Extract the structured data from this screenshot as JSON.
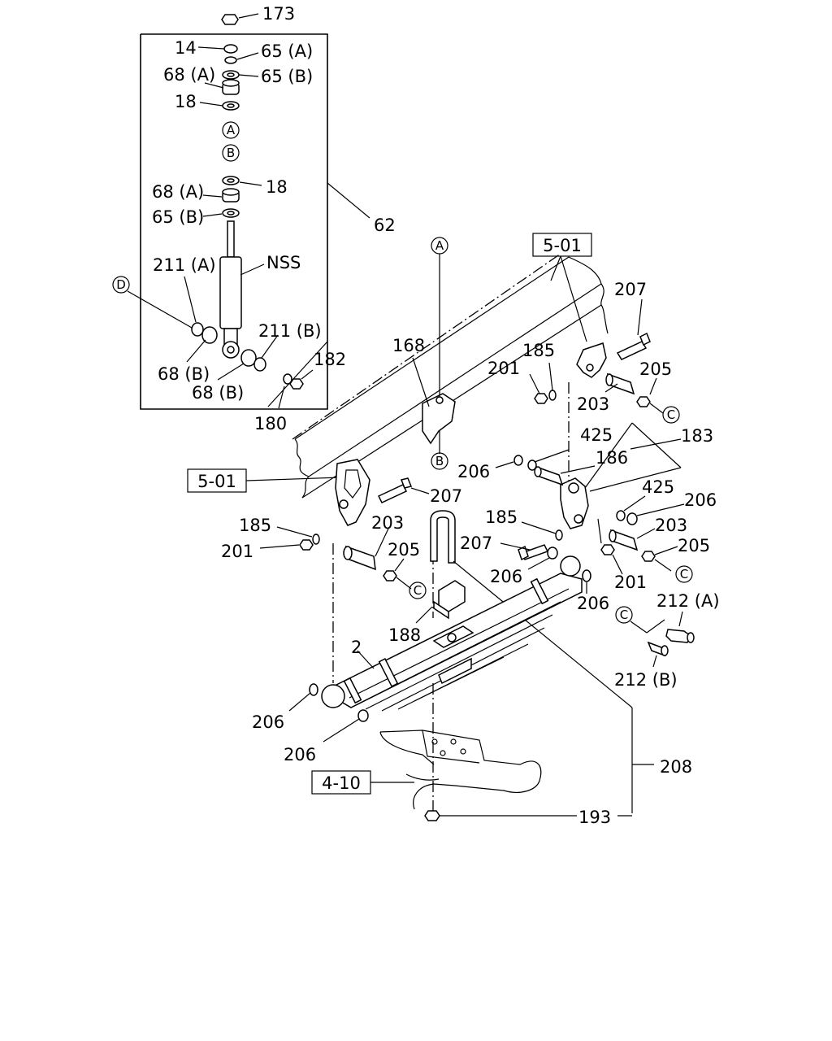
{
  "labels": {
    "l173": "173",
    "l14": "14",
    "l65a1": "65 (A)",
    "l68a1": "68 (A)",
    "l65b1": "65 (B)",
    "l18a": "18",
    "l18b": "18",
    "l68a2": "68 (A)",
    "l65b2": "65 (B)",
    "l62": "62",
    "l211a": "211 (A)",
    "lnss": "NSS",
    "l211b": "211 (B)",
    "l68b1": "68 (B)",
    "l68b2": "68 (B)",
    "l182": "182",
    "l180": "180",
    "l168": "168",
    "l185a": "185",
    "l201a": "201",
    "l207a": "207",
    "l205a": "205",
    "l203a": "203",
    "l425a": "425",
    "l186": "186",
    "l183": "183",
    "l206a": "206",
    "l425b": "425",
    "l206b": "206",
    "l203b": "203",
    "l205b": "205",
    "l201b": "201",
    "l212a": "212 (A)",
    "l212b": "212 (B)",
    "l185b": "185",
    "l207b": "207",
    "l206c": "206",
    "l206d": "206",
    "l207c": "207",
    "l185c": "185",
    "l201c": "201",
    "l203c": "203",
    "l205c": "205",
    "l188": "188",
    "l2": "2",
    "l206e": "206",
    "l206f": "206",
    "l208": "208",
    "l193": "193"
  },
  "refs": {
    "r501a": "5-01",
    "r501b": "5-01",
    "r410": "4-10"
  },
  "circles": {
    "A": "A",
    "B": "B",
    "C": "C",
    "D": "D"
  }
}
